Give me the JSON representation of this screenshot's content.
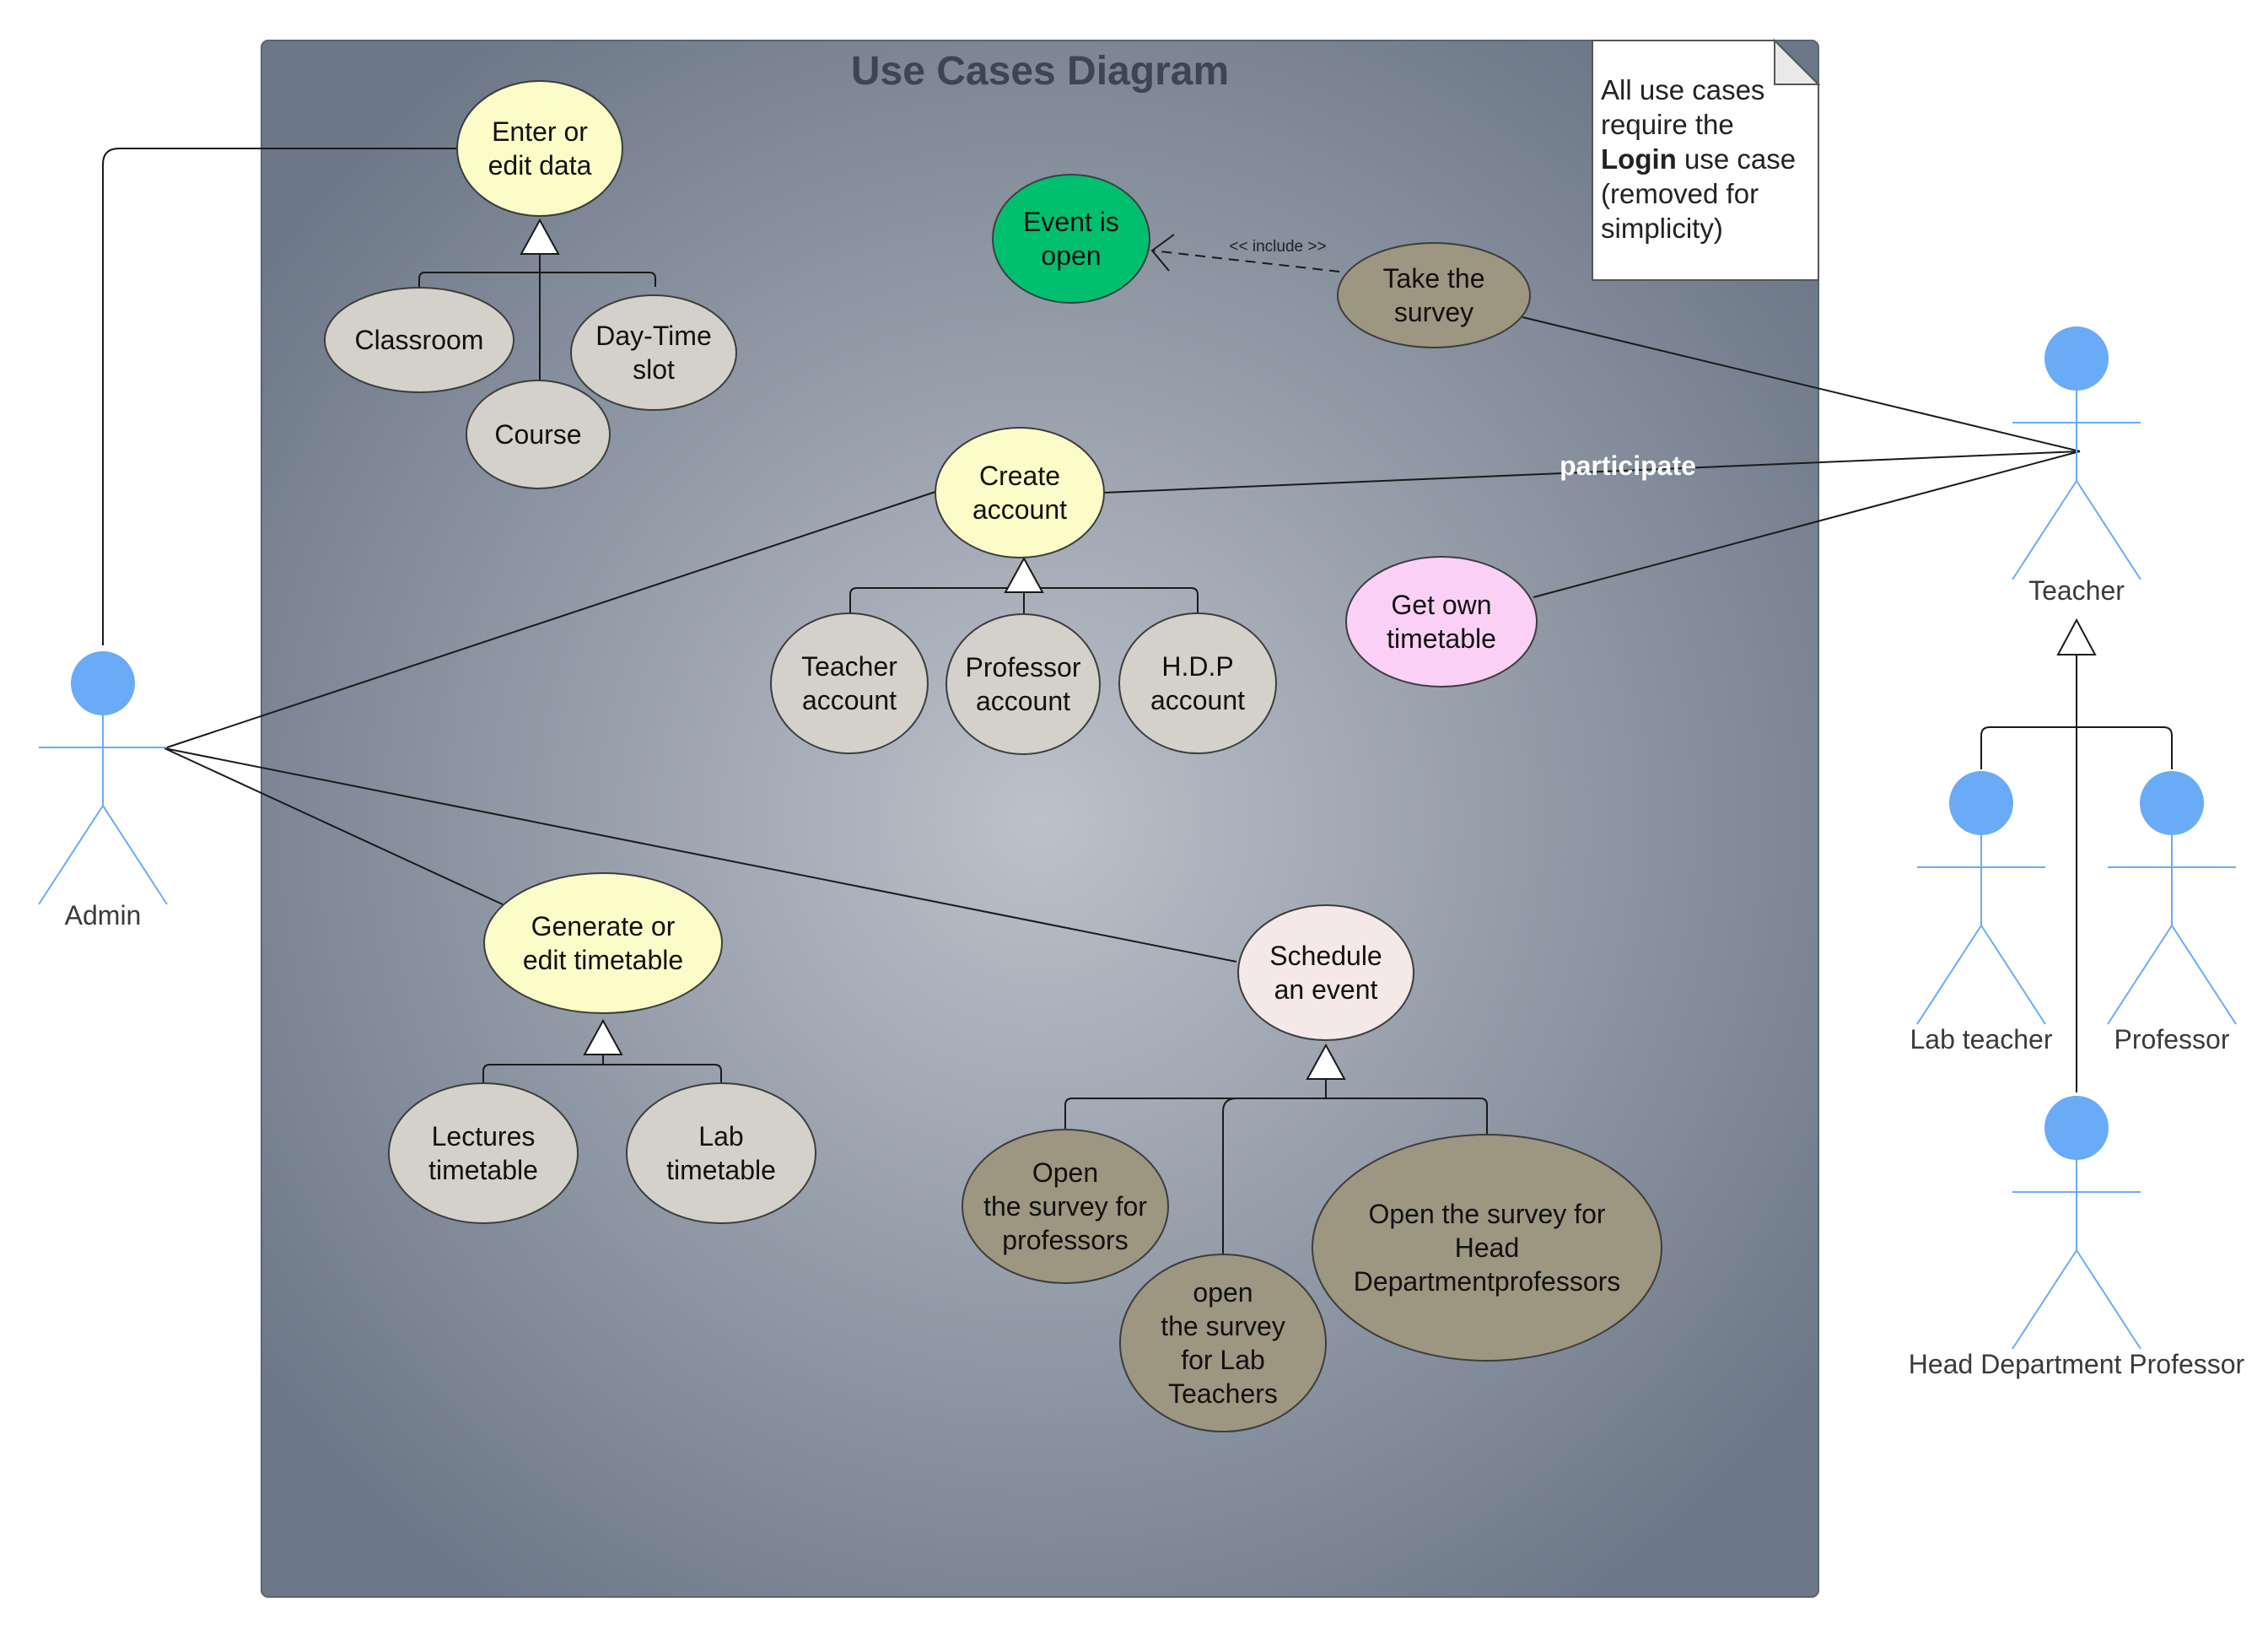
{
  "diagram": {
    "title": "Use Cases Diagram",
    "note": {
      "lines": [
        [
          {
            "t": "All use cases",
            "b": false
          }
        ],
        [
          {
            "t": "require the",
            "b": false
          }
        ],
        [
          {
            "t": "Login",
            "b": true
          },
          {
            "t": " use case",
            "b": false
          }
        ],
        [
          {
            "t": "(removed for",
            "b": false
          }
        ],
        [
          {
            "t": "simplicity)",
            "b": false
          }
        ]
      ]
    },
    "edge_labels": {
      "include": "<< include >>",
      "participate": "participate"
    },
    "colors": {
      "system_dark": "#6c7787",
      "system_light": "#bcc1ca",
      "actor": "#6aabf7",
      "yellow": "#fbfcc7",
      "grey": "#d3d1ca",
      "khaki": "#9d9681",
      "green": "#00c06f",
      "pink": "#fbd0f7",
      "blush": "#f4e8e8"
    },
    "actors": [
      {
        "id": "admin",
        "label": "Admin"
      },
      {
        "id": "teacher",
        "label": "Teacher"
      },
      {
        "id": "lab_teacher",
        "label": "Lab teacher"
      },
      {
        "id": "professor",
        "label": "Professor"
      },
      {
        "id": "hdp",
        "label": "Head Department Professor"
      }
    ],
    "use_cases": [
      {
        "id": "enter_data",
        "lines": [
          "Enter or",
          "edit data"
        ],
        "color": "#fbfcc7"
      },
      {
        "id": "classroom",
        "lines": [
          "Classroom"
        ],
        "color": "#d3d1ca"
      },
      {
        "id": "daytime",
        "lines": [
          "Day-Time",
          "slot"
        ],
        "color": "#d3d1ca"
      },
      {
        "id": "course",
        "lines": [
          "Course"
        ],
        "color": "#d3d1ca"
      },
      {
        "id": "event_open",
        "lines": [
          "Event is",
          "open"
        ],
        "color": "#00c06f"
      },
      {
        "id": "take_survey",
        "lines": [
          "Take the",
          "survey"
        ],
        "color": "#9d9681"
      },
      {
        "id": "create_account",
        "lines": [
          "Create",
          "account"
        ],
        "color": "#fbfcc7"
      },
      {
        "id": "teacher_account",
        "lines": [
          "Teacher",
          "account"
        ],
        "color": "#d3d1ca"
      },
      {
        "id": "professor_account",
        "lines": [
          "Professor",
          "account"
        ],
        "color": "#d3d1ca"
      },
      {
        "id": "hdp_account",
        "lines": [
          "H.D.P",
          "account"
        ],
        "color": "#d3d1ca"
      },
      {
        "id": "own_timetable",
        "lines": [
          "Get own",
          "timetable"
        ],
        "color": "#fbd0f7"
      },
      {
        "id": "gen_timetable",
        "lines": [
          "Generate or",
          "edit timetable"
        ],
        "color": "#fbfcc7"
      },
      {
        "id": "lectures_tt",
        "lines": [
          "Lectures",
          "timetable"
        ],
        "color": "#d3d1ca"
      },
      {
        "id": "lab_tt",
        "lines": [
          "Lab",
          "timetable"
        ],
        "color": "#d3d1ca"
      },
      {
        "id": "schedule_event",
        "lines": [
          "Schedule",
          "an event"
        ],
        "color": "#f4e8e8"
      },
      {
        "id": "survey_prof",
        "lines": [
          "Open",
          "the survey for",
          "professors"
        ],
        "color": "#9d9681"
      },
      {
        "id": "survey_lab",
        "lines": [
          "open",
          "the survey",
          "for Lab",
          "Teachers"
        ],
        "color": "#9d9681"
      },
      {
        "id": "survey_hdp",
        "lines": [
          "Open the survey for",
          "Head",
          "Departmentprofessors"
        ],
        "color": "#9d9681"
      }
    ]
  }
}
